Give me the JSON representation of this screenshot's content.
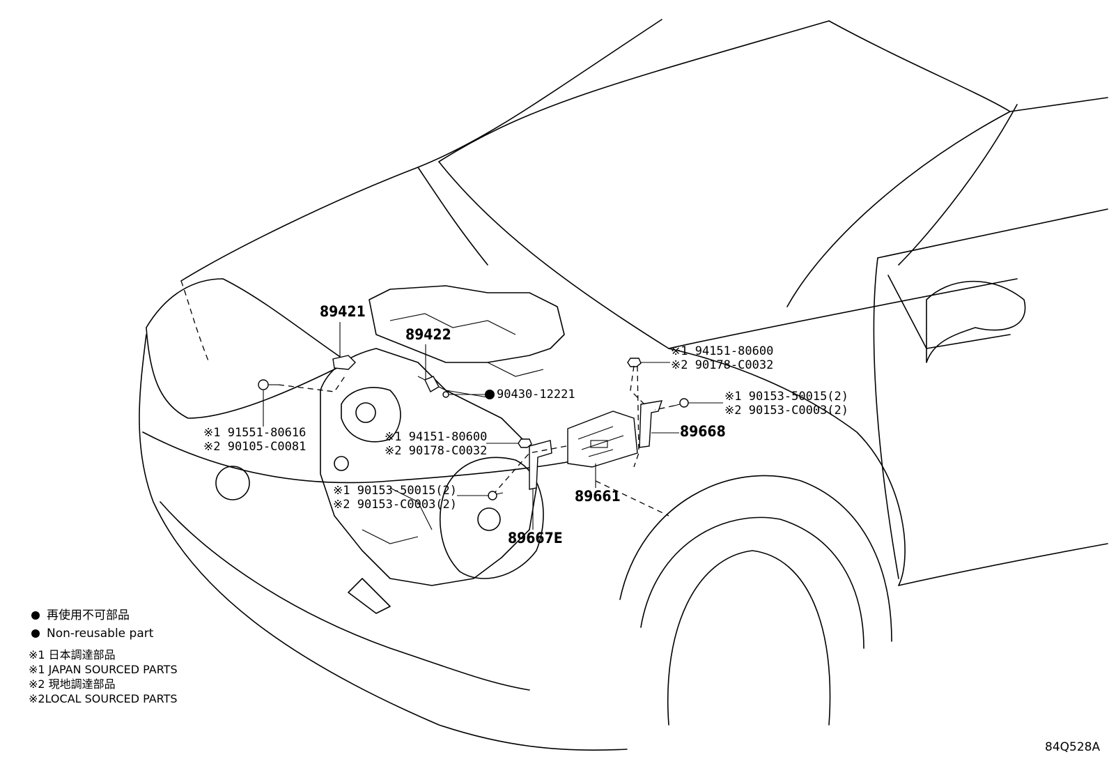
{
  "callouts": {
    "p89421": "89421",
    "p89422": "89422",
    "p90430": "90430-12221",
    "p91551": "※1 91551-80616",
    "p90105": "※2 90105-C0081",
    "p94151a": "※1 94151-80600",
    "p90178a": "※2 90178-C0032",
    "p90153a": "※1 90153-50015(2)",
    "p90153b": "※2 90153-C0003(2)",
    "p94151b": "※1 94151-80600",
    "p90178b": "※2 90178-C0032",
    "p90153c": "※1 90153-50015(2)",
    "p90153d": "※2 90153-C0003(2)",
    "p89668": "89668",
    "p89661": "89661",
    "p89667E": "89667E"
  },
  "legend": {
    "nonreusable_jp": "再使用不可部品",
    "nonreusable_en": "Non-reusable part",
    "note1_jp": "※1 日本調達部品",
    "note1_en": "※1 JAPAN SOURCED PARTS",
    "note2_jp": "※2 現地調達部品",
    "note2_en": "※2LOCAL SOURCED PARTS"
  },
  "figure_code": "84Q528A"
}
